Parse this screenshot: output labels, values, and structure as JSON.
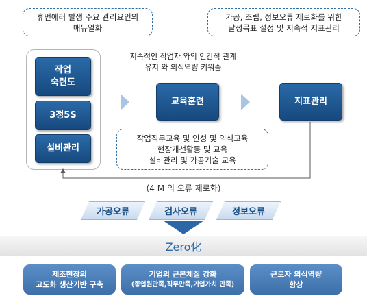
{
  "top_notes": {
    "left": [
      "휴먼에러 발생 주요 관리요인의",
      "매뉴얼화"
    ],
    "right": [
      "가공, 조립, 정보오류 제로화를 위한",
      "달성목표 설정 및 지속적 지표관리"
    ]
  },
  "left_stack": [
    "작업\n숙련도",
    "3정5S",
    "설비관리"
  ],
  "center_caption": [
    "지속적인 작업자 와의 인간적 관계",
    "유지 와  의식역량  키워줌"
  ],
  "education_box": "교육훈련",
  "indicator_box": "지표관리",
  "education_list": [
    "작업직무교육 및 인성 및 의식교육",
    "현장개선활동 및 교육",
    "설비관리 및 가공기술  교육"
  ],
  "feedback_label": "(4 M 의 오류 제로화)",
  "error_tags": [
    "가공오류",
    "검사오류",
    "정보오류"
  ],
  "zero_banner": "Zero化",
  "results": [
    {
      "line1": "제조현장의",
      "line2": "고도화 생산기반  구축"
    },
    {
      "line1": "기업의 근본체질 강화",
      "line2": "(종업원만족,직무만족,기업가치 만족)"
    },
    {
      "line1": "근로자  의식역량",
      "line2": "향상"
    }
  ],
  "colors": {
    "accent": "#1f5a96",
    "chevron": "#a9c5e5",
    "result": "#4a7eb8"
  }
}
